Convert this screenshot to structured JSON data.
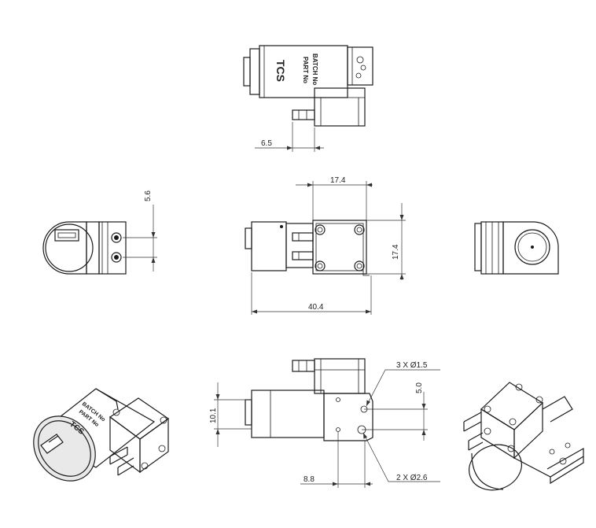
{
  "drawing": {
    "body_text": {
      "line1": "BATCH No",
      "line2": "PART No",
      "logo": "TCS"
    },
    "dimensions": {
      "top_offset": "6.5",
      "port_pitch": "5.6",
      "block_width": "17.4",
      "block_height": "17.4",
      "overall_length": "40.4",
      "body_diameter": "10.1",
      "hole_spacing": "5.0",
      "bracket_offset": "8.8"
    },
    "callouts": {
      "small_holes": "3 X Ø1.5",
      "large_holes": "2 X Ø2.6"
    }
  }
}
